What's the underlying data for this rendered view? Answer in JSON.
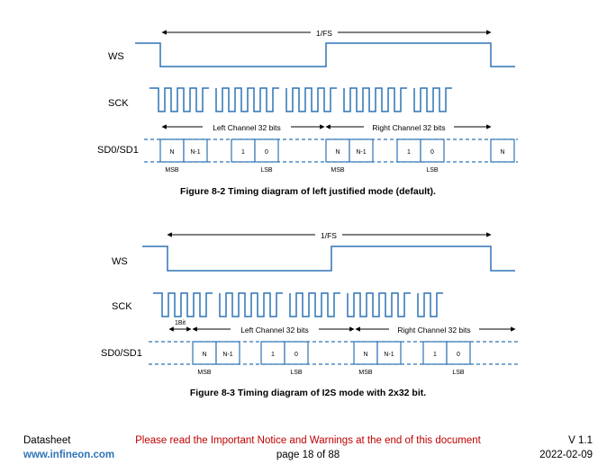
{
  "figures": [
    {
      "caption": "Figure 8-2 Timing diagram of left justified mode (default).",
      "period_label": "1/FS",
      "ws_label": "WS",
      "sck_label": "SCK",
      "sd_label": "SD0/SD1",
      "left_channel": "Left Channel 32 bits",
      "right_channel": "Right Channel 32 bits",
      "delay_label": "",
      "msb": "MSB",
      "lsb": "LSB",
      "cells": {
        "n": "N",
        "n1": "N-1",
        "one": "1",
        "zero": "0"
      }
    },
    {
      "caption": "Figure 8-3 Timing diagram of I2S mode with 2x32 bit.",
      "period_label": "1/FS",
      "ws_label": "WS",
      "sck_label": "SCK",
      "sd_label": "SD0/SD1",
      "left_channel": "Left Channel 32 bits",
      "right_channel": "Right Channel 32 bits",
      "delay_label": "1Bit",
      "msb": "MSB",
      "lsb": "LSB",
      "cells": {
        "n": "N",
        "n1": "N-1",
        "one": "1",
        "zero": "0"
      }
    }
  ],
  "footer": {
    "doc_type": "Datasheet",
    "url": "www.infineon.com",
    "notice": "Please read the Important Notice and Warnings at the end of this document",
    "page": "page 18 of 88",
    "version": "V 1.1",
    "date": "2022-02-09"
  },
  "colors": {
    "signal": "#2e74b5",
    "notice": "#c00000",
    "url": "#2e74b5"
  }
}
